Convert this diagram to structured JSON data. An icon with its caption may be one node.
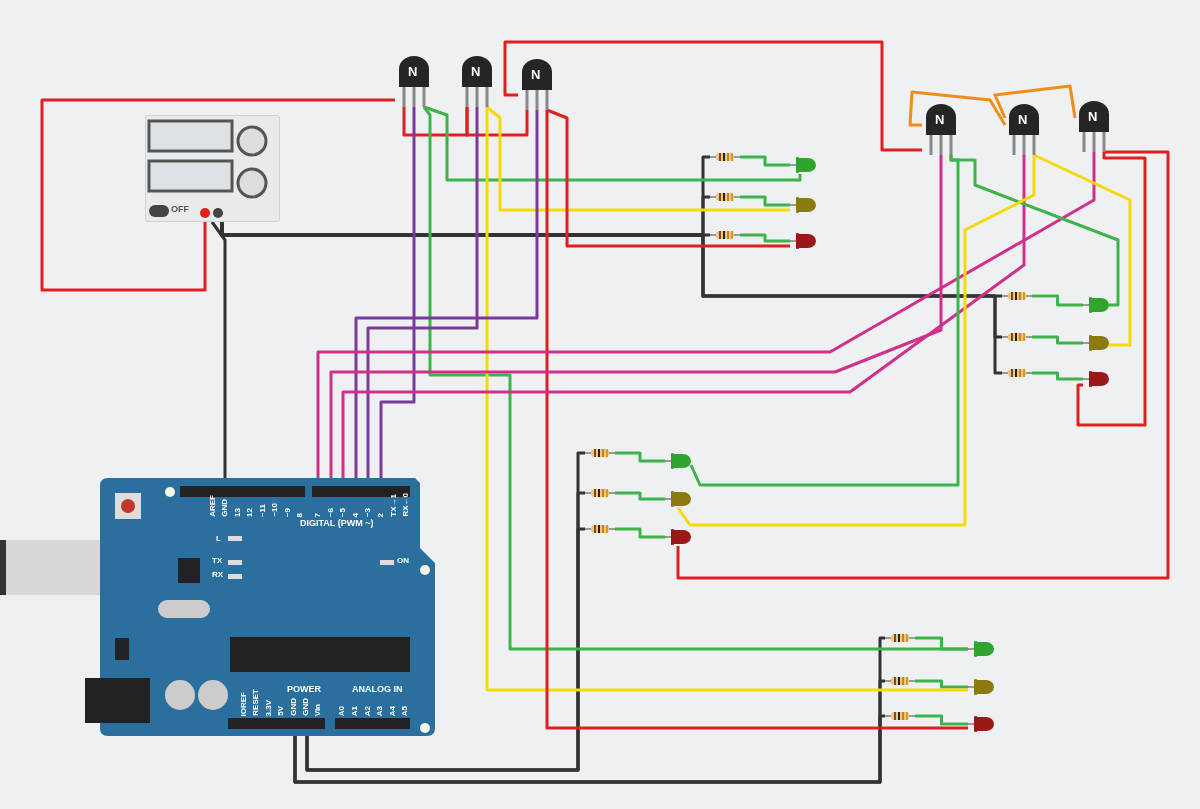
{
  "diagram": {
    "nodes": [
      {
        "text": [
          "OFF"
        ]
      },
      {
        "text": [
          "N"
        ]
      },
      {
        "text": [
          "N"
        ]
      },
      {
        "text": [
          "N"
        ]
      },
      {
        "text": [
          "N"
        ]
      },
      {
        "text": [
          "N"
        ]
      },
      {
        "text": [
          "N"
        ]
      },
      {
        "text": [],
        "shape": "picture"
      },
      {
        "text": [],
        "shape": "picture"
      },
      {
        "text": [],
        "shape": "picture"
      },
      {
        "text": [],
        "shape": "picture"
      },
      {
        "text": [],
        "shape": "picture"
      },
      {
        "text": [],
        "shape": "picture"
      },
      {
        "text": [],
        "shape": "picture"
      },
      {
        "text": [],
        "shape": "picture"
      },
      {
        "text": [],
        "shape": "picture"
      },
      {
        "text": [],
        "shape": "picture"
      },
      {
        "text": [],
        "shape": "picture"
      },
      {
        "text": [],
        "shape": "picture"
      },
      {
        "text": [],
        "shape": "picture"
      },
      {
        "text": [],
        "shape": "picture"
      },
      {
        "text": [],
        "shape": "picture"
      },
      {
        "text": [],
        "shape": "picture"
      },
      {
        "text": [],
        "shape": "picture"
      },
      {
        "text": [],
        "shape": "picture"
      },
      {
        "text": [],
        "shape": "picture"
      },
      {
        "text": [],
        "shape": "picture"
      },
      {
        "text": [],
        "shape": "picture"
      },
      {
        "text": [],
        "shape": "picture"
      },
      {
        "text": [],
        "shape": "picture"
      },
      {
        "text": [],
        "shape": "picture"
      },
      {
        "text": [],
        "shape": "picture"
      }
    ],
    "edges": [
      {
        "from": 0,
        "to": 1,
        "arrow": "none",
        "color": "#e02020"
      },
      {
        "from": 1,
        "to": 2,
        "arrow": "none",
        "color": "#e02020"
      },
      {
        "from": 2,
        "to": 3,
        "arrow": "none",
        "color": "#e02020"
      },
      {
        "from": 3,
        "to": 4,
        "arrow": "none",
        "color": "#e02020"
      },
      {
        "from": 4,
        "to": 5,
        "arrow": "none",
        "color": "#f08c1a"
      },
      {
        "from": 5,
        "to": 6,
        "arrow": "none",
        "color": "#f08c1a"
      },
      {
        "from": 0,
        "to": 11,
        "arrow": "none",
        "color": "#333333"
      },
      {
        "from": 0,
        "to": 9,
        "arrow": "none",
        "color": "#333333"
      },
      {
        "from": 0,
        "to": 7,
        "arrow": "none",
        "color": "#333333"
      },
      {
        "from": 0,
        "to": 13,
        "arrow": "none",
        "color": "#333333"
      },
      {
        "from": 0,
        "to": 15,
        "arrow": "none",
        "color": "#333333"
      },
      {
        "from": 0,
        "to": 17,
        "arrow": "none",
        "color": "#333333"
      },
      {
        "from": 31,
        "to": 0,
        "arrow": "none",
        "color": "#333333"
      },
      {
        "from": 31,
        "to": 19,
        "arrow": "none",
        "color": "#333333"
      },
      {
        "from": 31,
        "to": 21,
        "arrow": "none",
        "color": "#333333"
      },
      {
        "from": 31,
        "to": 23,
        "arrow": "none",
        "color": "#333333"
      },
      {
        "from": 31,
        "to": 25,
        "arrow": "none",
        "color": "#333333"
      },
      {
        "from": 31,
        "to": 27,
        "arrow": "none",
        "color": "#333333"
      },
      {
        "from": 31,
        "to": 29,
        "arrow": "none",
        "color": "#333333"
      },
      {
        "from": 7,
        "to": 8,
        "arrow": "none",
        "color": "#3cb44b"
      },
      {
        "from": 9,
        "to": 10,
        "arrow": "none",
        "color": "#3cb44b"
      },
      {
        "from": 11,
        "to": 12,
        "arrow": "none",
        "color": "#3cb44b"
      },
      {
        "from": 13,
        "to": 14,
        "arrow": "none",
        "color": "#3cb44b"
      },
      {
        "from": 15,
        "to": 16,
        "arrow": "none",
        "color": "#3cb44b"
      },
      {
        "from": 17,
        "to": 18,
        "arrow": "none",
        "color": "#3cb44b"
      },
      {
        "from": 19,
        "to": 20,
        "arrow": "none",
        "color": "#3cb44b"
      },
      {
        "from": 21,
        "to": 22,
        "arrow": "none",
        "color": "#3cb44b"
      },
      {
        "from": 23,
        "to": 24,
        "arrow": "none",
        "color": "#3cb44b"
      },
      {
        "from": 25,
        "to": 26,
        "arrow": "none",
        "color": "#3cb44b"
      },
      {
        "from": 27,
        "to": 28,
        "arrow": "none",
        "color": "#3cb44b"
      },
      {
        "from": 29,
        "to": 30,
        "arrow": "none",
        "color": "#3cb44b"
      },
      {
        "from": 1,
        "to": 8,
        "arrow": "none",
        "color": "#3cb44b"
      },
      {
        "from": 1,
        "to": 26,
        "arrow": "none",
        "color": "#3cb44b"
      },
      {
        "from": 2,
        "to": 10,
        "arrow": "none",
        "color": "#f5d90a"
      },
      {
        "from": 2,
        "to": 28,
        "arrow": "none",
        "color": "#f5d90a"
      },
      {
        "from": 3,
        "to": 12,
        "arrow": "none",
        "color": "#e02020"
      },
      {
        "from": 3,
        "to": 30,
        "arrow": "none",
        "color": "#e02020"
      },
      {
        "from": 1,
        "to": 31,
        "arrow": "none",
        "color": "#7a3a9a"
      },
      {
        "from": 2,
        "to": 31,
        "arrow": "none",
        "color": "#7a3a9a"
      },
      {
        "from": 3,
        "to": 31,
        "arrow": "none",
        "color": "#7a3a9a"
      },
      {
        "from": 6,
        "to": 31,
        "arrow": "none",
        "color": "#d0308a"
      },
      {
        "from": 5,
        "to": 31,
        "arrow": "none",
        "color": "#d0308a"
      },
      {
        "from": 4,
        "to": 31,
        "arrow": "none",
        "color": "#d0308a"
      },
      {
        "from": 4,
        "to": 14,
        "arrow": "none",
        "color": "#3cb44b"
      },
      {
        "from": 4,
        "to": 20,
        "arrow": "none",
        "color": "#3cb44b"
      },
      {
        "from": 5,
        "to": 16,
        "arrow": "none",
        "color": "#f5d90a"
      },
      {
        "from": 5,
        "to": 22,
        "arrow": "none",
        "color": "#f5d90a"
      },
      {
        "from": 6,
        "to": 18,
        "arrow": "none",
        "color": "#e02020"
      },
      {
        "from": 6,
        "to": 24,
        "arrow": "none",
        "color": "#e02020"
      }
    ],
    "labels": [
      "AREF",
      "GND",
      "13",
      "12",
      "~11",
      "~10",
      "~9",
      "8",
      "7",
      "~6",
      "~5",
      "4",
      "~3",
      "2",
      "TX→1",
      "RX←0",
      "DIGITAL (PWM ~)",
      "L",
      "TX",
      "RX",
      "ON",
      "POWER",
      "ANALOG IN",
      "IOREF",
      "RESET",
      "3.3V",
      "5V",
      "GND",
      "GND",
      "Vin",
      "A0",
      "A1",
      "A2",
      "A3",
      "A4",
      "A5"
    ]
  }
}
